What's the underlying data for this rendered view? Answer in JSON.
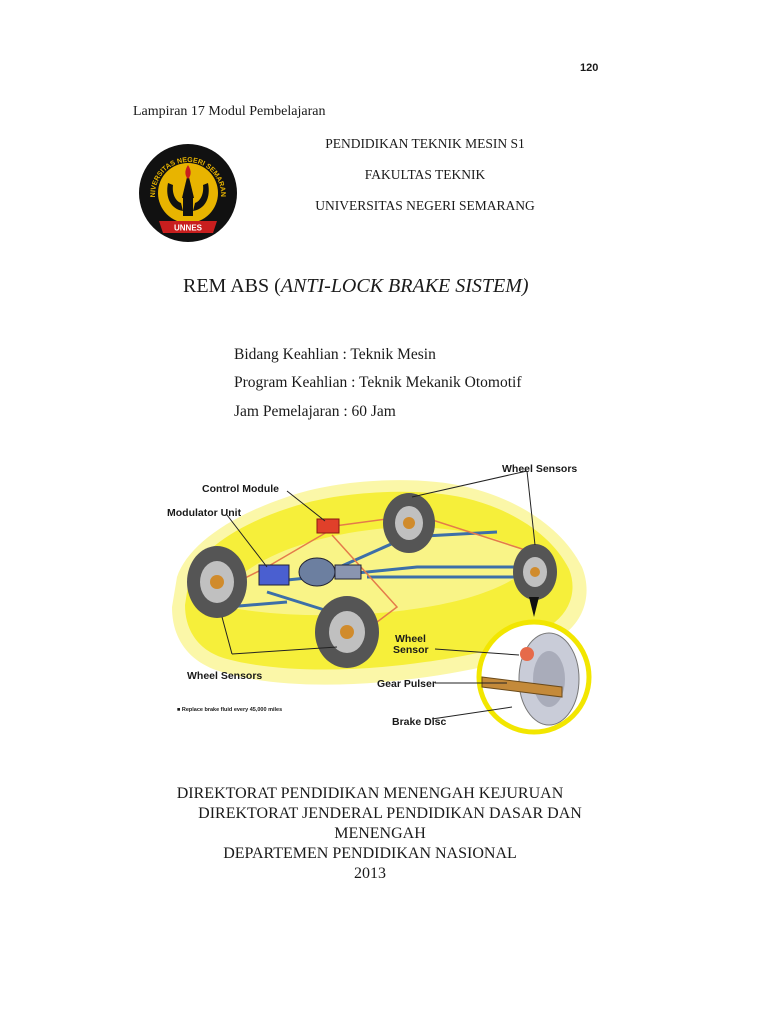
{
  "page_number": "120",
  "header": {
    "lampiran": "Lampiran 17 Modul Pembelajaran",
    "program": "PENDIDIKAN TEKNIK MESIN  S1",
    "faculty": "FAKULTAS TEKNIK",
    "university": "UNIVERSITAS NEGERI SEMARANG"
  },
  "logo": {
    "ring_text": "UNIVERSITAS NEGERI SEMARANG",
    "banner_text": "UNNES",
    "colors": {
      "ring": "#111111",
      "gold": "#e8b400",
      "red": "#c81e1e"
    }
  },
  "title": {
    "prefix": "REM ABS (",
    "italic": "ANTI-LOCK BRAKE SISTEM)"
  },
  "meta": {
    "bidang": "Bidang Keahlian : Teknik Mesin",
    "program": "Program Keahlian : Teknik Mekanik Otomotif",
    "jam": "Jam Pemelajaran : 60 Jam"
  },
  "figure": {
    "labels": {
      "wheel_sensors_top": "Wheel Sensors",
      "control_module": "Control Module",
      "modulator_unit": "Modulator Unit",
      "wheel_sensor_1": "Wheel",
      "wheel_sensor_2": "Sensor",
      "gear_pulser": "Gear Pulser",
      "wheel_sensors_bottom": "Wheel Sensors",
      "brake_disc": "Brake Disc",
      "note": "■ Replace brake fluid every 45,000 miles"
    },
    "colors": {
      "car_body": "#f6ef3a",
      "car_glow": "#fbf7a8",
      "lines": "#3d6fa8",
      "module": "#e0402a",
      "tire": "#555555"
    }
  },
  "footer": {
    "line1": "DIREKTORAT PENDIDIKAN MENENGAH KEJURUAN",
    "line2": "DIREKTORAT JENDERAL PENDIDIKAN DASAR DAN",
    "line3": "MENENGAH",
    "line4": "DEPARTEMEN PENDIDIKAN NASIONAL",
    "line5": "2013"
  }
}
